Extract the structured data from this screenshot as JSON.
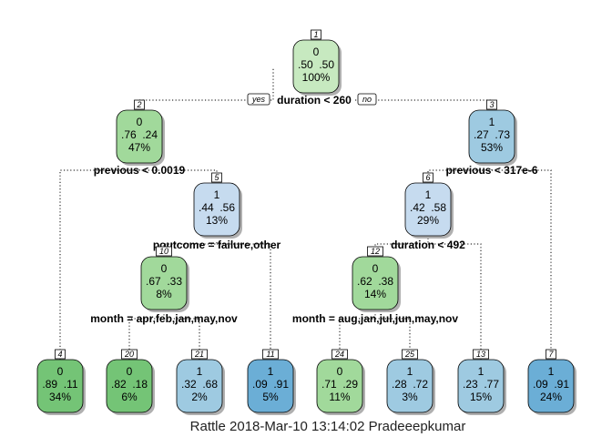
{
  "colors": {
    "green_light": "#c7e9c0",
    "green_mid": "#a1d99b",
    "green_dark": "#74c476",
    "blue_light": "#c6dbef",
    "blue_mid": "#9ecae1",
    "blue_dark": "#6baed6"
  },
  "split_labels": {
    "yes": "yes",
    "no": "no"
  },
  "nodes": [
    {
      "id": "1",
      "cls": "0",
      "probs": ".50  .50",
      "pct": "100%",
      "color": "#c7e9c0",
      "split": "duration < 260"
    },
    {
      "id": "2",
      "cls": "0",
      "probs": ".76  .24",
      "pct": "47%",
      "color": "#a1d99b",
      "split": "previous < 0.0019"
    },
    {
      "id": "3",
      "cls": "1",
      "probs": ".27  .73",
      "pct": "53%",
      "color": "#9ecae1",
      "split": "previous < 317e-6"
    },
    {
      "id": "5",
      "cls": "1",
      "probs": ".44  .56",
      "pct": "13%",
      "color": "#c6dbef",
      "split": "poutcome = failure,other"
    },
    {
      "id": "6",
      "cls": "1",
      "probs": ".42  .58",
      "pct": "29%",
      "color": "#c6dbef",
      "split": "duration < 492"
    },
    {
      "id": "10",
      "cls": "0",
      "probs": ".67  .33",
      "pct": "8%",
      "color": "#a1d99b",
      "split": "month = apr,feb,jan,may,nov"
    },
    {
      "id": "12",
      "cls": "0",
      "probs": ".62  .38",
      "pct": "14%",
      "color": "#a1d99b",
      "split": "month = aug,jan,jul,jun,may,nov"
    },
    {
      "id": "4",
      "cls": "0",
      "probs": ".89  .11",
      "pct": "34%",
      "color": "#74c476",
      "split": ""
    },
    {
      "id": "20",
      "cls": "0",
      "probs": ".82  .18",
      "pct": "6%",
      "color": "#74c476",
      "split": ""
    },
    {
      "id": "21",
      "cls": "1",
      "probs": ".32  .68",
      "pct": "2%",
      "color": "#9ecae1",
      "split": ""
    },
    {
      "id": "11",
      "cls": "1",
      "probs": ".09  .91",
      "pct": "5%",
      "color": "#6baed6",
      "split": ""
    },
    {
      "id": "24",
      "cls": "0",
      "probs": ".71  .29",
      "pct": "11%",
      "color": "#a1d99b",
      "split": ""
    },
    {
      "id": "25",
      "cls": "1",
      "probs": ".28  .72",
      "pct": "3%",
      "color": "#9ecae1",
      "split": ""
    },
    {
      "id": "13",
      "cls": "1",
      "probs": ".23  .77",
      "pct": "15%",
      "color": "#9ecae1",
      "split": ""
    },
    {
      "id": "7",
      "cls": "1",
      "probs": ".09  .91",
      "pct": "24%",
      "color": "#6baed6",
      "split": ""
    }
  ],
  "caption": "Rattle 2018-Mar-10 13:14:02 Pradeeepkumar"
}
